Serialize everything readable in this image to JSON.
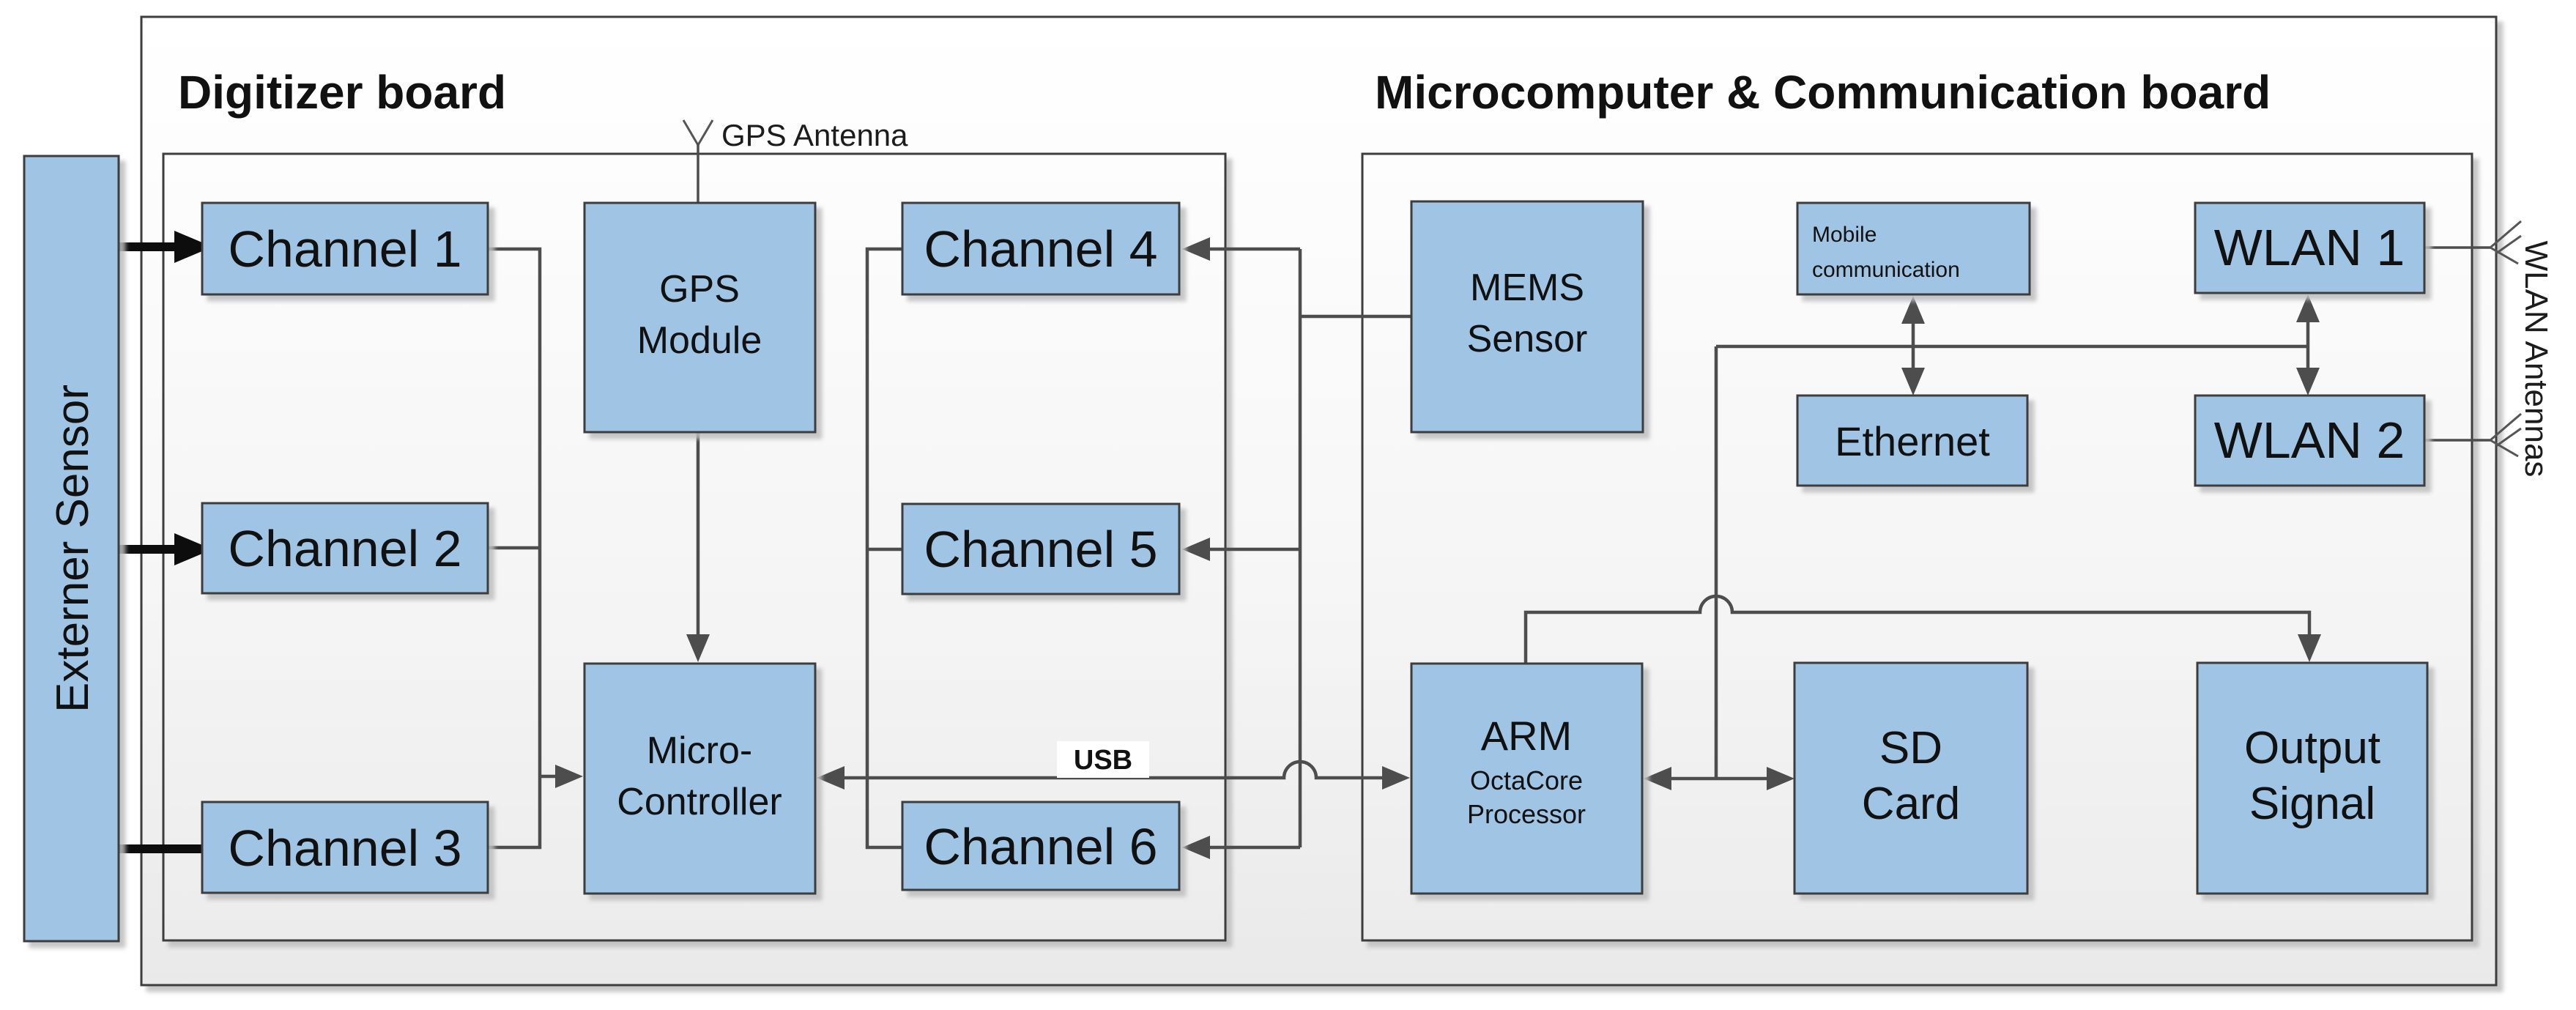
{
  "diagram": {
    "boards": [
      {
        "title": "Digitizer board"
      },
      {
        "title": "Microcomputer & Communication board"
      }
    ],
    "external_sensor": {
      "label": "Externer Sensor"
    },
    "nodes": {
      "channel1": {
        "label": "Channel 1"
      },
      "channel2": {
        "label": "Channel 2"
      },
      "channel3": {
        "label": "Channel 3"
      },
      "channel4": {
        "label": "Channel 4"
      },
      "channel5": {
        "label": "Channel 5"
      },
      "channel6": {
        "label": "Channel 6"
      },
      "gps_module": {
        "lines": [
          "GPS",
          "Module"
        ]
      },
      "micro_controller": {
        "lines": [
          "Micro-",
          "Controller"
        ]
      },
      "mems_sensor": {
        "lines": [
          "MEMS",
          "Sensor"
        ]
      },
      "mobile_communication": {
        "lines": [
          "Mobile",
          "communication"
        ]
      },
      "ethernet": {
        "label": "Ethernet"
      },
      "wlan1": {
        "label": "WLAN 1"
      },
      "wlan2": {
        "label": "WLAN 2"
      },
      "arm": {
        "title": "ARM",
        "lines": [
          "OctaCore",
          "Processor"
        ]
      },
      "sd_card": {
        "lines": [
          "SD",
          "Card"
        ]
      },
      "output_signal": {
        "lines": [
          "Output",
          "Signal"
        ]
      }
    },
    "annotations": {
      "gps_antenna": "GPS Antenna",
      "usb": "USB",
      "wlan_antennas": "WLAN Antennas"
    },
    "colors": {
      "node_fill": "#a0c4e4",
      "node_border": "#3d3d3d",
      "wire": "#4d4d4d",
      "thick_arrow": "#0d0d0d",
      "board_fill_top": "#fdfdfd",
      "board_fill_bottom": "#ececec"
    }
  }
}
